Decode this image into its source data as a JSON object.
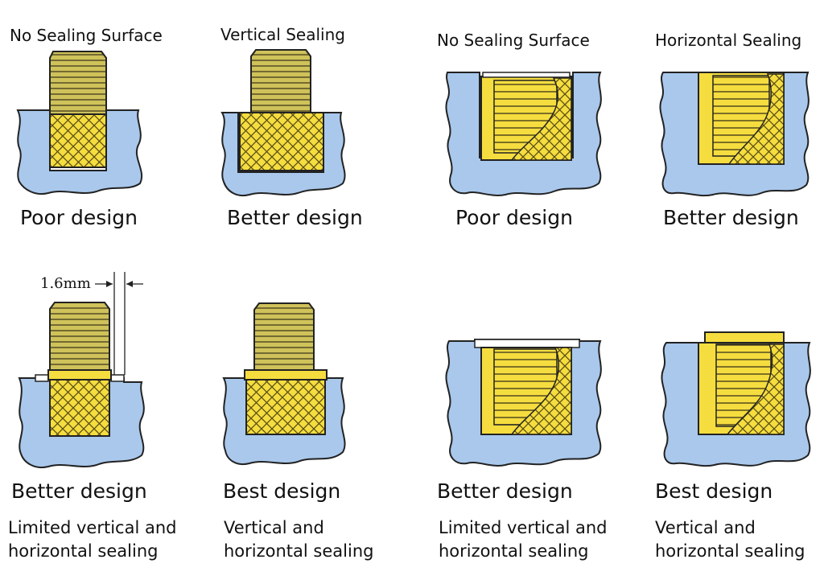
{
  "panels": {
    "p1": {
      "top_label": "No Sealing Surface",
      "verdict": "Poor design"
    },
    "p2": {
      "top_label": "Vertical Sealing",
      "verdict": "Better design"
    },
    "p3": {
      "top_label": "No Sealing Surface",
      "verdict": "Poor design"
    },
    "p4": {
      "top_label": "Horizontal Sealing",
      "verdict": "Better design"
    },
    "p5": {
      "dimension": "1.6mm",
      "verdict": "Better design",
      "description": "Limited vertical and\nhorizontal sealing"
    },
    "p6": {
      "verdict": "Best design",
      "description": "Vertical and\nhorizontal sealing"
    },
    "p7": {
      "verdict": "Better design",
      "description": "Limited vertical and\nhorizontal sealing"
    },
    "p8": {
      "verdict": "Best design",
      "description": "Vertical and\nhorizontal sealing"
    }
  },
  "colors": {
    "material": "#a9c8ec",
    "insert_gold": "#f5dd3f",
    "thread_olive": "#cfc25a",
    "outline": "#222222"
  }
}
